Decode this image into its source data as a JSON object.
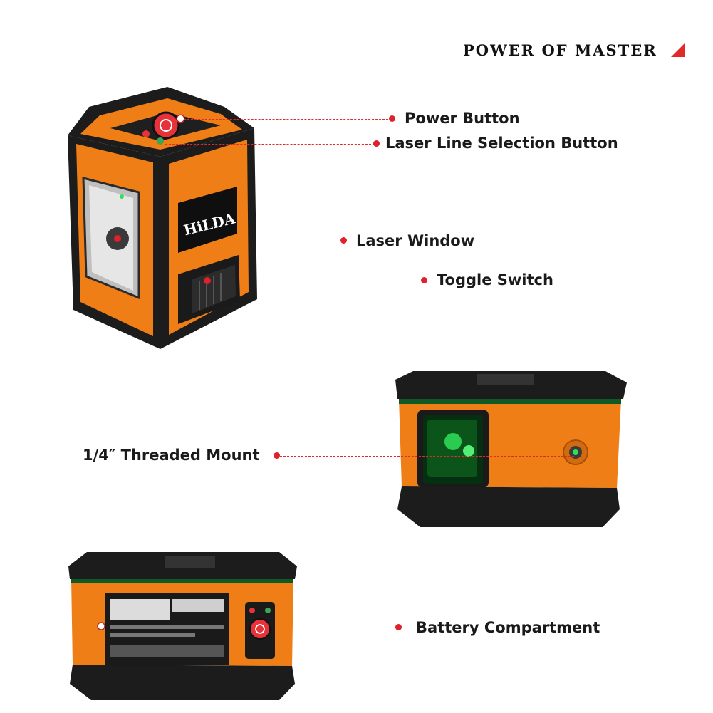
{
  "brand": {
    "tagline": "POWER OF MASTER",
    "accent_color": "#e02a2a"
  },
  "device": {
    "logo_text": "HiLDA",
    "body_color": "#f07e16",
    "bumper_color": "#1b1b1b",
    "laser_color": "#2fe05a"
  },
  "callouts": [
    {
      "id": "power",
      "label": "Power Button"
    },
    {
      "id": "line-select",
      "label": "Laser Line Selection Button"
    },
    {
      "id": "window",
      "label": "Laser  Window"
    },
    {
      "id": "toggle",
      "label": "Toggle  Switch"
    },
    {
      "id": "mount",
      "label": "1/4″  Threaded Mount"
    },
    {
      "id": "battery",
      "label": "Battery Compartment"
    }
  ]
}
